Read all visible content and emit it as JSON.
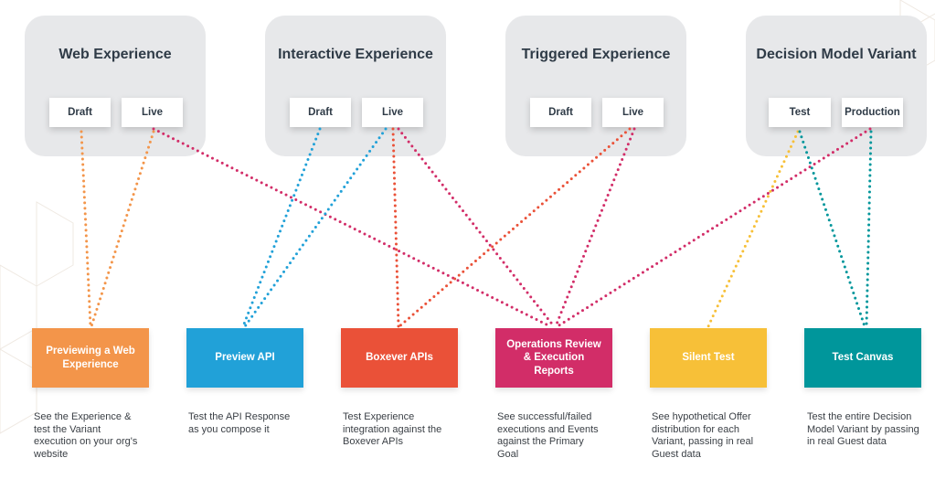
{
  "experiences": [
    {
      "title": "Web Experience",
      "states": [
        "Draft",
        "Live"
      ]
    },
    {
      "title": "Interactive Experience",
      "states": [
        "Draft",
        "Live"
      ]
    },
    {
      "title": "Triggered Experience",
      "states": [
        "Draft",
        "Live"
      ]
    },
    {
      "title": "Decision Model Variant",
      "states": [
        "Test",
        "Production"
      ]
    }
  ],
  "tools": [
    {
      "label": "Previewing a Web Experience",
      "color": "#f3954a",
      "description": "See the Experience & test the Variant execution on your org's website"
    },
    {
      "label": "Preview API",
      "color": "#21a1d8",
      "description": "Test the API Response as you compose it"
    },
    {
      "label": "Boxever APIs",
      "color": "#ea5138",
      "description": "Test Experience integration against the Boxever APIs"
    },
    {
      "label": "Operations Review & Execution Reports",
      "color": "#d22d68",
      "description": "See successful/failed executions and Events against the Primary Goal"
    },
    {
      "label": "Silent Test",
      "color": "#f7c038",
      "description": "See hypothetical Offer distribution for each Variant, passing in real Guest data"
    },
    {
      "label": "Test Canvas",
      "color": "#00969b",
      "description": "Test the entire Decision Model Variant by passing in real Guest data"
    }
  ],
  "connections": [
    {
      "from": "Web Experience / Draft",
      "to": "Previewing a Web Experience",
      "color": "#f3954a"
    },
    {
      "from": "Web Experience / Live",
      "to": "Previewing a Web Experience",
      "color": "#f3954a"
    },
    {
      "from": "Web Experience / Live",
      "to": "Operations Review & Execution Reports",
      "color": "#d22d68"
    },
    {
      "from": "Interactive Experience / Draft",
      "to": "Preview API",
      "color": "#21a1d8"
    },
    {
      "from": "Interactive Experience / Live",
      "to": "Preview API",
      "color": "#21a1d8"
    },
    {
      "from": "Interactive Experience / Live",
      "to": "Boxever APIs",
      "color": "#ea5138"
    },
    {
      "from": "Interactive Experience / Live",
      "to": "Operations Review & Execution Reports",
      "color": "#d22d68"
    },
    {
      "from": "Triggered Experience / Live",
      "to": "Boxever APIs",
      "color": "#ea5138"
    },
    {
      "from": "Triggered Experience / Live",
      "to": "Operations Review & Execution Reports",
      "color": "#d22d68"
    },
    {
      "from": "Decision Model Variant / Production",
      "to": "Operations Review & Execution Reports",
      "color": "#d22d68"
    },
    {
      "from": "Decision Model Variant / Test",
      "to": "Silent Test",
      "color": "#f7c038"
    },
    {
      "from": "Decision Model Variant / Test",
      "to": "Test Canvas",
      "color": "#00969b"
    },
    {
      "from": "Decision Model Variant / Production",
      "to": "Test Canvas",
      "color": "#00969b"
    }
  ]
}
